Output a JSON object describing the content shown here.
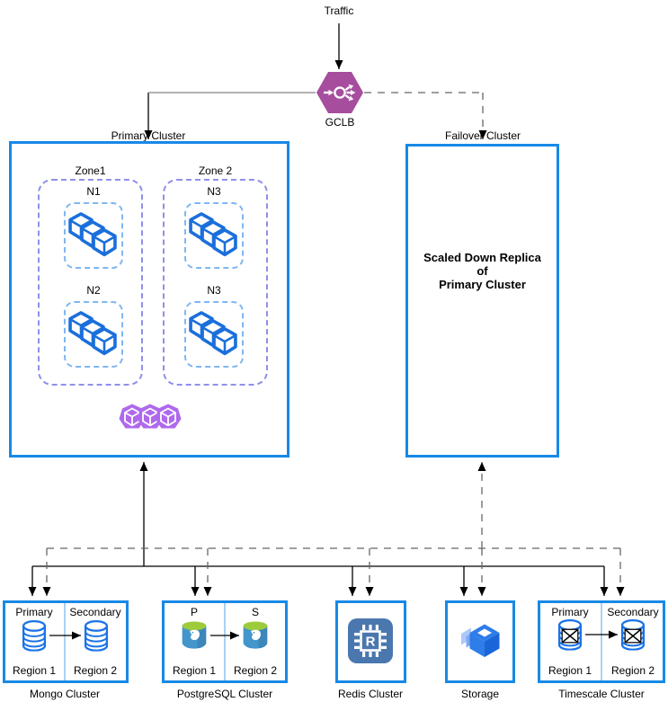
{
  "diagram": {
    "traffic_label": "Traffic",
    "gclb": {
      "label": "GCLB"
    },
    "primary": {
      "label": "Primary Cluster",
      "zones": [
        {
          "label": "Zone1",
          "nodes": [
            {
              "label": "N1"
            },
            {
              "label": "N2"
            }
          ]
        },
        {
          "label": "Zone 2",
          "nodes": [
            {
              "label": "N3"
            },
            {
              "label": "N3"
            }
          ]
        }
      ]
    },
    "failover": {
      "label": "Failover Cluster",
      "lines": [
        "Scaled Down Replica",
        "of",
        "Primary Cluster"
      ]
    },
    "mongo": {
      "caption": "Mongo Cluster",
      "left_role": "Primary",
      "right_role": "Secondary",
      "left_region": "Region 1",
      "right_region": "Region 2"
    },
    "postgres": {
      "caption": "PostgreSQL Cluster",
      "left_role": "P",
      "right_role": "S",
      "left_region": "Region 1",
      "right_region": "Region 2"
    },
    "redis": {
      "caption": "Redis Cluster",
      "icon_letter": "R"
    },
    "storage": {
      "caption": "Storage"
    },
    "timescale": {
      "caption": "Timescale Cluster",
      "left_role": "Primary",
      "right_role": "Secondary",
      "left_region": "Region 1",
      "right_region": "Region 2"
    },
    "colors": {
      "border_blue": "#1789E6",
      "divider_blue": "#A9D2F4",
      "zone_purple": "#8F90E8",
      "node_blue": "#7FB6F2",
      "cube_blue": "#1B6FDB",
      "pod_purple": "#AF69EC",
      "gclb_purple": "#A64D9E",
      "db_blue": "#1A73E8",
      "pg_green": "#9CCB3B",
      "pg_blue": "#4296CC",
      "redis_blue": "#4A77AE",
      "storage_blue": "#2E7DE9",
      "storage_dark": "#1A66D9",
      "storage_light1": "#ADC9F8",
      "storage_light2": "#7FA9F3",
      "line_gray": "#999999",
      "dash_gray": "#666666"
    }
  }
}
